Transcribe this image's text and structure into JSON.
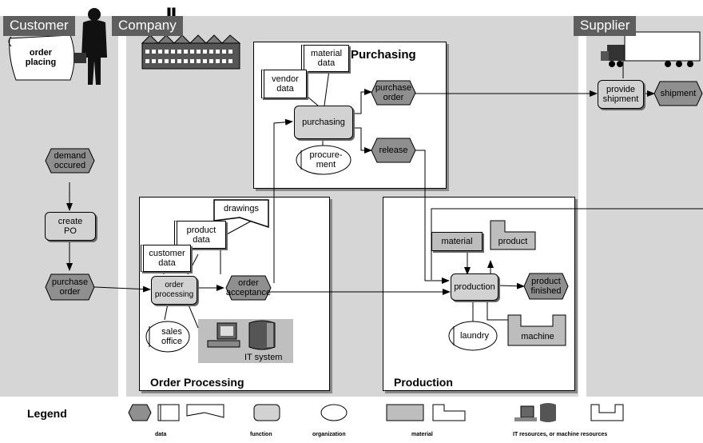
{
  "lanes": {
    "customer": "Customer",
    "company": "Company",
    "supplier": "Supplier"
  },
  "panels": {
    "purchasing": "Purchasing",
    "order_processing": "Order Processing",
    "production": "Production"
  },
  "customer": {
    "order_note": "order\nplacing",
    "demand": "demand\noccured",
    "create_po": "create\nPO",
    "purchase_order": "purchase\norder"
  },
  "purchasing": {
    "material_data": "material\ndata",
    "vendor_data": "vendor\ndata",
    "function": "purchasing",
    "purchase_order": "purchase\norder",
    "release": "release",
    "procurement": "procure-\nment"
  },
  "order_processing": {
    "drawings": "drawings",
    "product_data": "product\ndata",
    "customer_data": "customer\ndata",
    "function": "order\nprocessing",
    "order_acceptance": "order\nacceptance",
    "sales_office": "sales\noffice",
    "it_system": "IT system"
  },
  "production": {
    "material": "material",
    "product": "product",
    "function": "production",
    "product_finished": "product\nfinished",
    "laundry": "laundry",
    "machine": "machine"
  },
  "supplier": {
    "provide_shipment": "provide\nshipment",
    "shipment": "shipment"
  },
  "legend": {
    "title": "Legend",
    "data": "data",
    "function": "function",
    "organization": "organization",
    "material": "material",
    "it_resources": "IT resources, or machine resources"
  }
}
